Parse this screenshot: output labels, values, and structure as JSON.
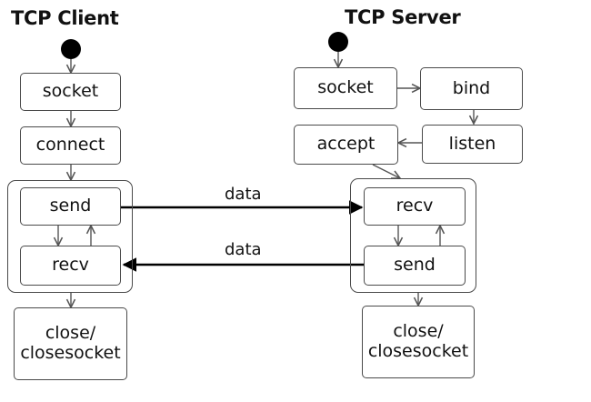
{
  "client": {
    "title": "TCP Client",
    "socket": "socket",
    "connect": "connect",
    "send": "send",
    "recv": "recv",
    "close": "close/\nclosesocket"
  },
  "server": {
    "title": "TCP Server",
    "socket": "socket",
    "bind": "bind",
    "listen": "listen",
    "accept": "accept",
    "recv": "recv",
    "send": "send",
    "close": "close/\nclosesocket"
  },
  "messages": {
    "client_to_server": "data",
    "server_to_client": "data"
  }
}
